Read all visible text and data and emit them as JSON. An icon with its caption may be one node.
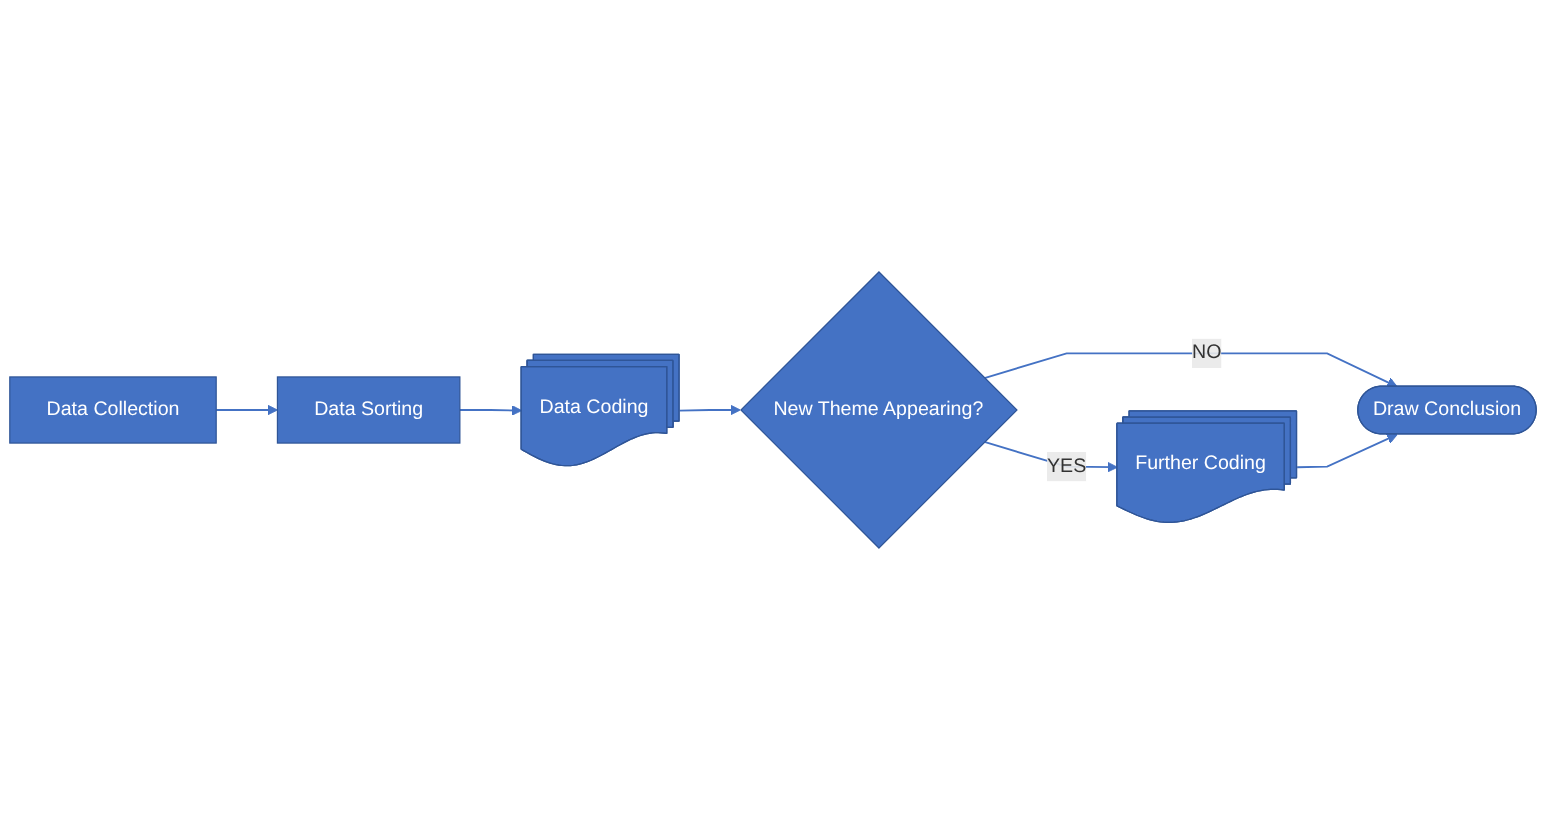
{
  "diagram": {
    "nodes": [
      {
        "text": [
          "Data Collection"
        ]
      },
      {
        "text": [
          "Data Sorting"
        ]
      },
      {
        "text": [
          "Data Coding"
        ]
      },
      {
        "text": [
          "New Theme Appearing?"
        ]
      },
      {
        "text": [
          "Draw Conclusion"
        ]
      },
      {
        "text": [
          "Further Coding"
        ]
      }
    ],
    "edges": [
      {
        "from": 0,
        "to": 1,
        "arrow": "to"
      },
      {
        "from": 1,
        "to": 2,
        "arrow": "to"
      },
      {
        "from": 2,
        "to": 3,
        "arrow": "to"
      },
      {
        "from": 3,
        "to": 4,
        "arrow": "to",
        "label": "NO"
      },
      {
        "from": 3,
        "to": 5,
        "arrow": "to",
        "label": "YES"
      },
      {
        "from": 5,
        "to": 4,
        "arrow": "to"
      }
    ]
  }
}
